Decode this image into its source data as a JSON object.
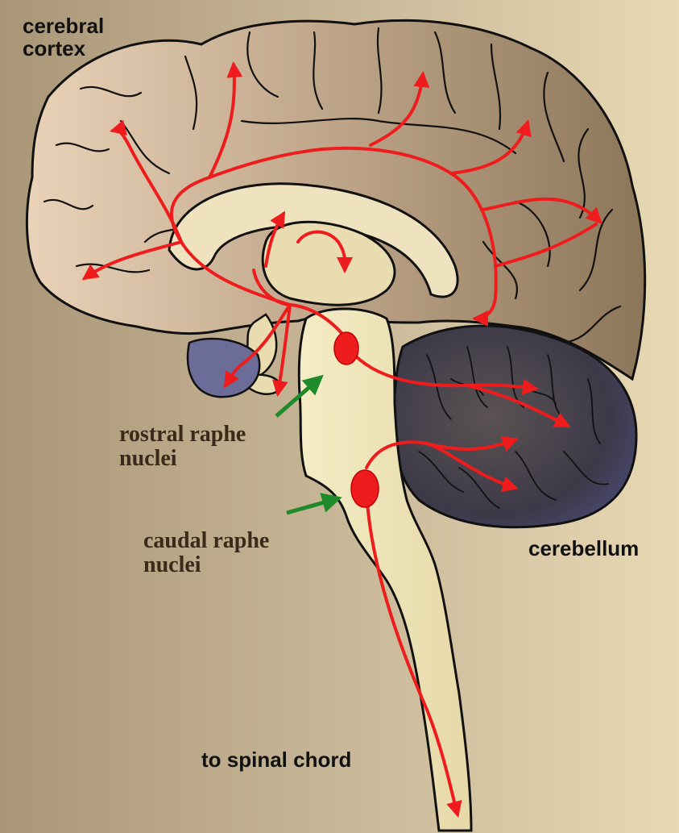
{
  "labels": {
    "cerebral_cortex": [
      "cerebral",
      "cortex"
    ],
    "rostral_raphe_nuclei": [
      "rostral raphe",
      "nuclei"
    ],
    "caudal_raphe_nuclei": [
      "caudal raphe",
      "nuclei"
    ],
    "cerebellum": "cerebellum",
    "to_spinal_chord": "to spinal chord"
  },
  "colors": {
    "background": "#c4b393",
    "cortex": "#b9a182",
    "brainstem": "#eee6bf",
    "cerebellum": "#3e3b52",
    "pathway": "#ee1c1c",
    "pointer_arrow": "#1e8a2a",
    "outline": "#111111"
  }
}
